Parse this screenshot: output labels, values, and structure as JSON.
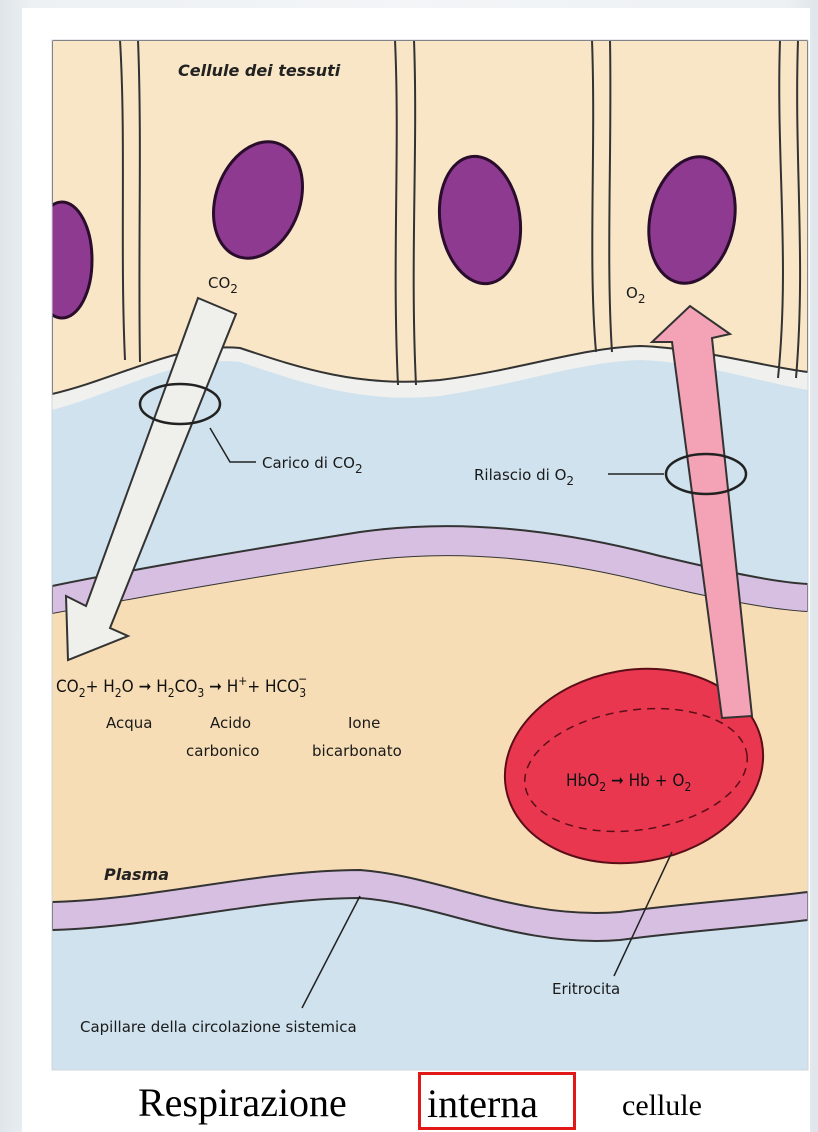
{
  "labels": {
    "tissue_cells": "Cellule dei tessuti",
    "co2_top": "CO",
    "co2_top_sub": "2",
    "o2_top": "O",
    "o2_top_sub": "2",
    "co2_load": "Carico di CO",
    "co2_load_sub": "2",
    "o2_release": "Rilascio di O",
    "o2_release_sub": "2",
    "plasma": "Plasma",
    "capillary": "Capillare della circolazione sistemica",
    "erythrocyte": "Eritrocita"
  },
  "equation": {
    "co2": "CO",
    "co2_sub": "2",
    "plus_h2o_1": "+ H",
    "h2o_sub": "2",
    "h2o_o": "O",
    "h2co3_h": "H",
    "h2co3_sub2": "2",
    "h2co3_co": "CO",
    "h2co3_sub3": "3",
    "h_plus": "H",
    "h_plus_sup": "+",
    "plus_hco": "+ HCO",
    "hco_sub": "3",
    "hco_sup": "−",
    "name_water": "Acqua",
    "name_acid_1": "Acido",
    "name_acid_2": "carbonico",
    "name_ion_1": "Ione",
    "name_ion_2": "bicarbonato"
  },
  "hb_equation": {
    "hbo": "HbO",
    "hbo_sub": "2",
    "hb": "Hb + O",
    "hb_sub": "2"
  },
  "caption": {
    "main": "Respirazione",
    "boxed": "interna",
    "side": "cellule"
  },
  "colors": {
    "cell": "#f8e6c6",
    "nucleus": "#8e3a90",
    "interstitial": "#cfe2ee",
    "plasma": "#f7ddb5",
    "capillary_wall": "#d6bfe0",
    "erythrocyte": "#e8374f",
    "o2_arrow": "#f4a3b6",
    "co2_arrow": "#efefec",
    "caption_box": "#e01818"
  }
}
